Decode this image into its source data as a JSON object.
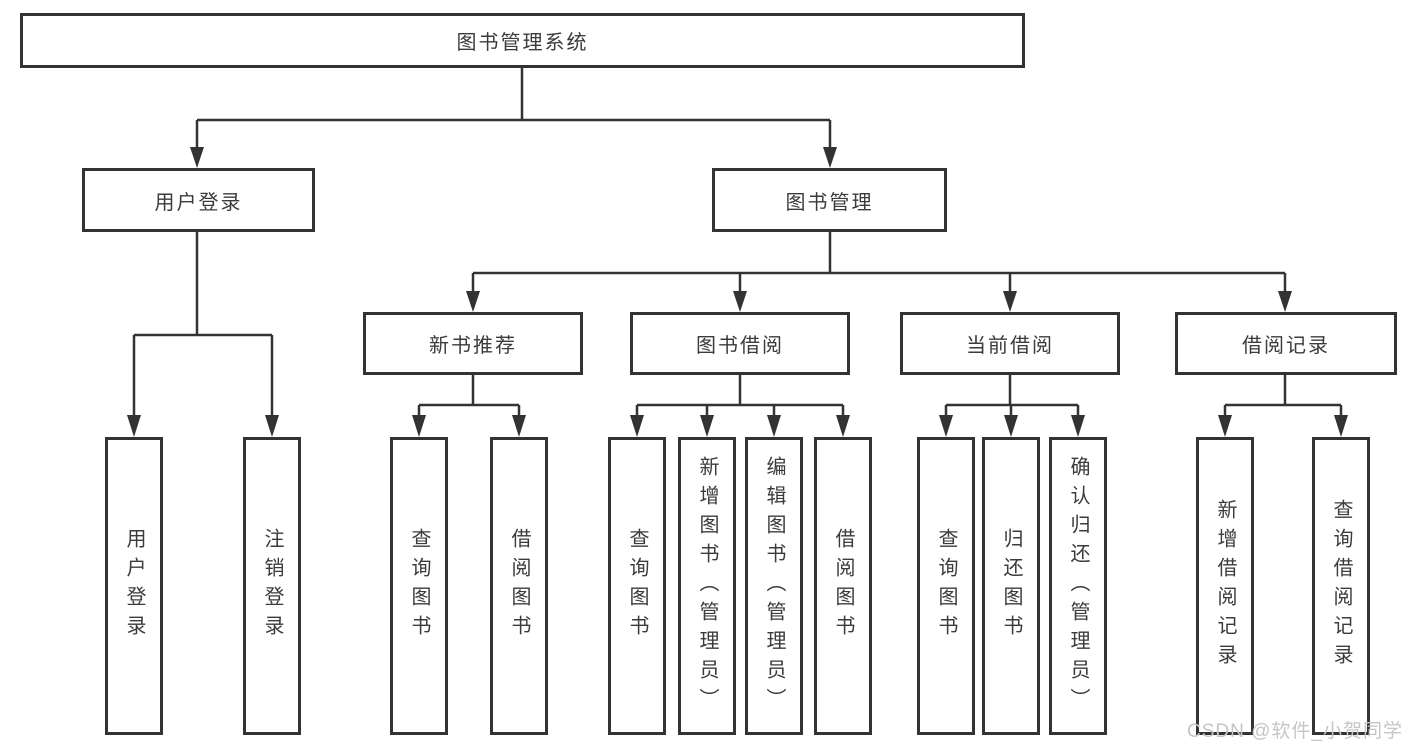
{
  "diagram": {
    "type": "hierarchy",
    "root": {
      "label": "图书管理系统"
    },
    "branches": [
      {
        "label": "用户登录"
      },
      {
        "label": "图书管理"
      }
    ],
    "modules": [
      {
        "label": "新书推荐",
        "parent": "图书管理"
      },
      {
        "label": "图书借阅",
        "parent": "图书管理"
      },
      {
        "label": "当前借阅",
        "parent": "图书管理"
      },
      {
        "label": "借阅记录",
        "parent": "图书管理"
      }
    ],
    "leaves": [
      {
        "label": "用户登录",
        "parent": "用户登录"
      },
      {
        "label": "注销登录",
        "parent": "用户登录"
      },
      {
        "label": "查询图书",
        "parent": "新书推荐"
      },
      {
        "label": "借阅图书",
        "parent": "新书推荐"
      },
      {
        "label": "查询图书",
        "parent": "图书借阅"
      },
      {
        "label": "新增图书（管理员）",
        "parent": "图书借阅"
      },
      {
        "label": "编辑图书（管理员）",
        "parent": "图书借阅"
      },
      {
        "label": "借阅图书",
        "parent": "图书借阅"
      },
      {
        "label": "查询图书",
        "parent": "当前借阅"
      },
      {
        "label": "归还图书",
        "parent": "当前借阅"
      },
      {
        "label": "确认归还（管理员）",
        "parent": "当前借阅"
      },
      {
        "label": "新增借阅记录",
        "parent": "借阅记录"
      },
      {
        "label": "查询借阅记录",
        "parent": "借阅记录"
      }
    ],
    "colors": {
      "line": "#333333",
      "border": "#333333",
      "text": "#3b3b3b",
      "watermark": "#c6c6c6",
      "background": "#ffffff"
    }
  },
  "watermark": {
    "text": "CSDN @软件_小贺同学"
  }
}
